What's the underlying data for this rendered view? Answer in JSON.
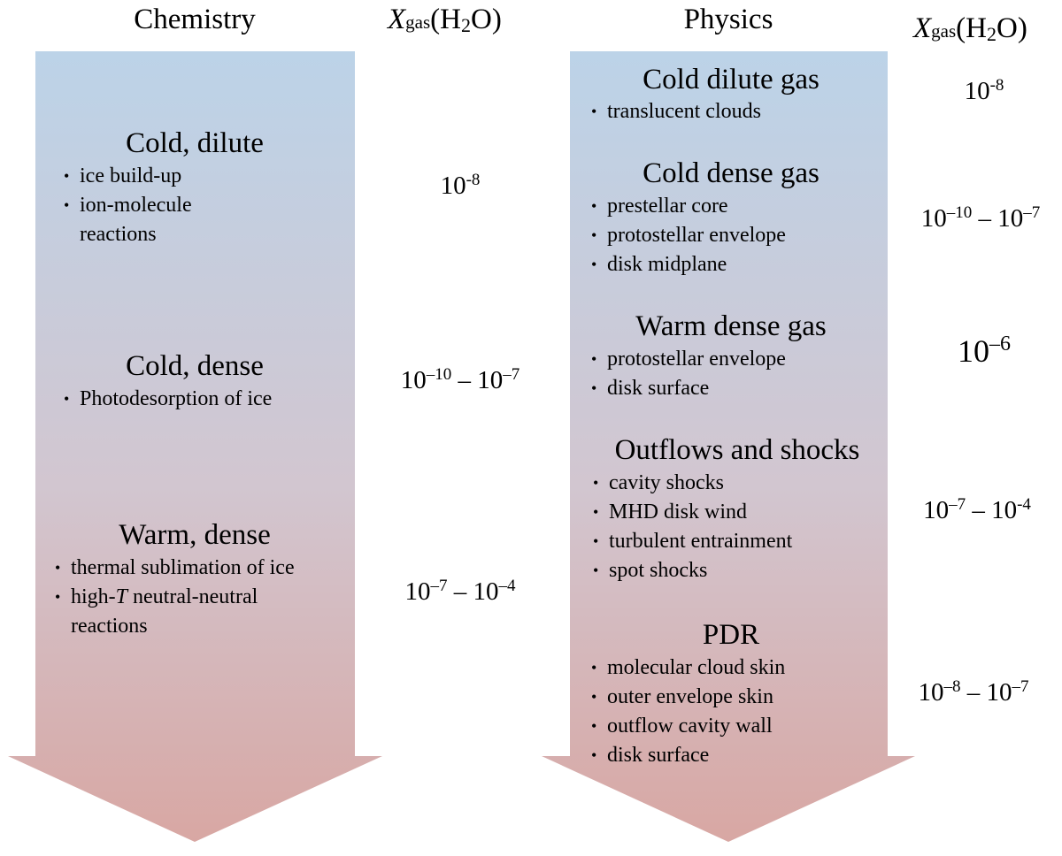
{
  "headers": {
    "chemistry": "Chemistry",
    "physics": "Physics",
    "xgas_symbol": "X",
    "xgas_sub": "gas",
    "xgas_paren_open": "(H",
    "xgas_sub2": "2",
    "xgas_paren_close": "O)"
  },
  "colors": {
    "arrow_top": "#bcd3e8",
    "arrow_mid": "#d2c6d0",
    "arrow_bottom": "#d8a7a3"
  },
  "chemistry": [
    {
      "title": "Cold, dilute",
      "bullets": [
        "ice build-up",
        "ion-molecule reactions"
      ]
    },
    {
      "title": "Cold, dense",
      "bullets": [
        "Photodesorption of ice"
      ]
    },
    {
      "title": "Warm, dense",
      "bullets": [
        "thermal sublimation of ice",
        "high-",
        "T",
        " neutral-neutral reactions"
      ]
    }
  ],
  "chem_abund": [
    {
      "a": "10",
      "ae": "-8"
    },
    {
      "a": "10",
      "ae": "–10",
      "dash": " – ",
      "b": "10",
      "be": "–7"
    },
    {
      "a": "10",
      "ae": "–7",
      "dash": " – ",
      "b": "10",
      "be": "–4"
    }
  ],
  "physics": [
    {
      "title": "Cold dilute gas",
      "bullets": [
        "translucent clouds"
      ]
    },
    {
      "title": "Cold dense gas",
      "bullets": [
        "prestellar core",
        "protostellar envelope",
        "disk midplane"
      ]
    },
    {
      "title": "Warm dense gas",
      "bullets": [
        "protostellar envelope",
        "disk surface"
      ]
    },
    {
      "title": "Outflows and shocks",
      "bullets": [
        "cavity shocks",
        "MHD disk wind",
        "turbulent entrainment",
        "spot shocks"
      ]
    },
    {
      "title": "PDR",
      "bullets": [
        "molecular cloud skin",
        "outer envelope skin",
        "outflow cavity wall",
        "disk surface"
      ]
    }
  ],
  "phys_abund": [
    {
      "a": "10",
      "ae": "-8"
    },
    {
      "a": "10",
      "ae": "–10",
      "dash": " – ",
      "b": "10",
      "be": "–7"
    },
    {
      "a": "10",
      "ae": "–6"
    },
    {
      "a": "10",
      "ae": "–7",
      "dash": " – ",
      "b": "10",
      "be": "-4"
    },
    {
      "a": "10",
      "ae": "–8",
      "dash": " – ",
      "b": "10",
      "be": "–7"
    }
  ]
}
